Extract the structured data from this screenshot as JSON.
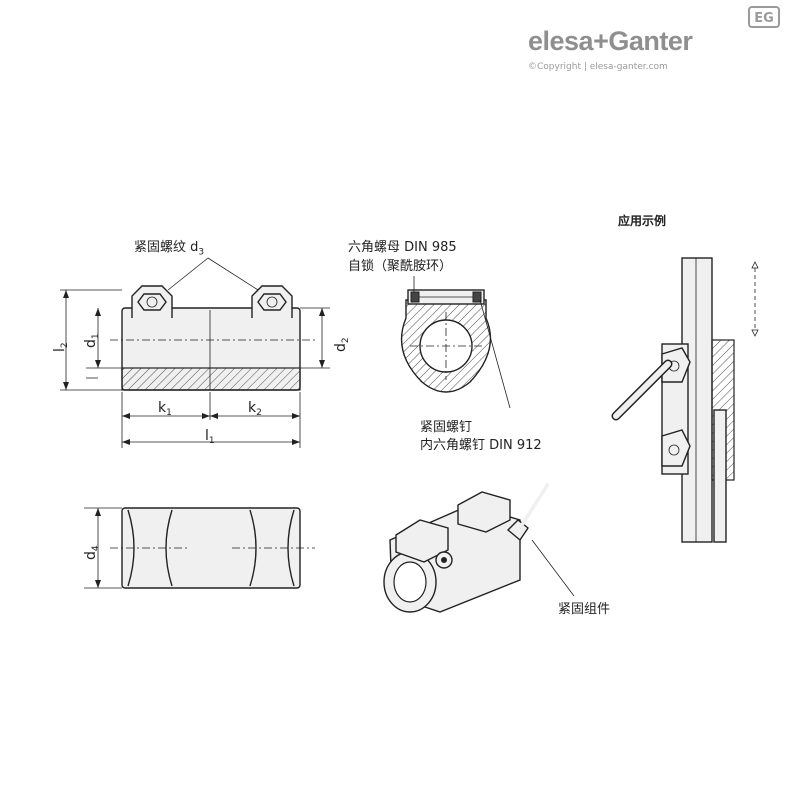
{
  "brand": {
    "mark": "EG",
    "name": "elesa+Ganter",
    "copyright": "©Copyright | elesa-ganter.com"
  },
  "labels": {
    "thread": "紧固螺纹 d",
    "thread_sub": "3",
    "hex_nut_line1": "六角螺母 DIN 985",
    "hex_nut_line2": "自锁（聚酰胺环）",
    "screw_line1": "紧固螺钉",
    "screw_line2": "内六角螺钉 DIN 912",
    "clamp_set": "紧固组件",
    "application": "应用示例"
  },
  "dimensions": {
    "l2": "l",
    "l2_sub": "2",
    "d1": "d",
    "d1_sub": "1",
    "d2": "d",
    "d2_sub": "2",
    "k1": "k",
    "k1_sub": "1",
    "k2": "k",
    "k2_sub": "2",
    "l1": "l",
    "l1_sub": "1",
    "d4": "d",
    "d4_sub": "4"
  },
  "colors": {
    "line": "#222222",
    "fill": "#f0f0f0",
    "brand_gray": "#8f8f8f"
  }
}
